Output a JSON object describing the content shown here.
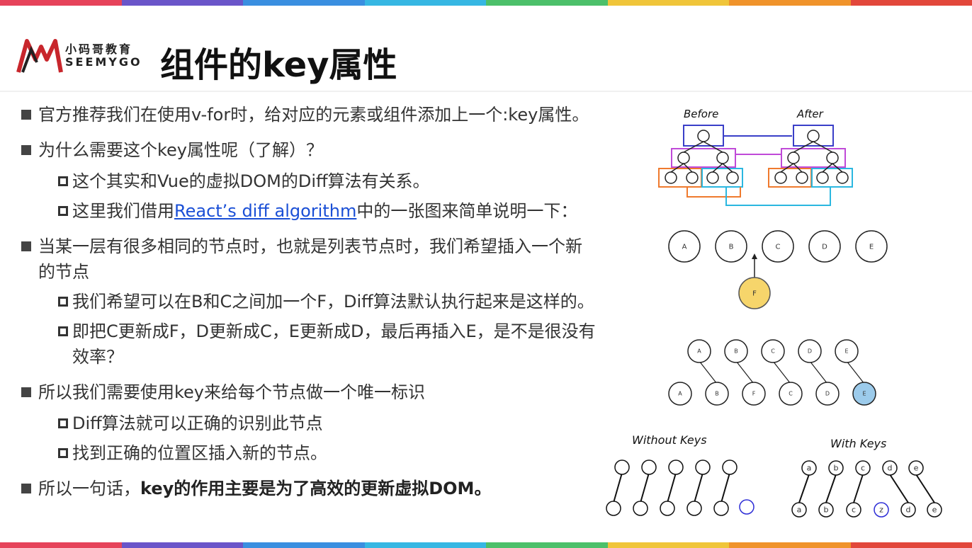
{
  "brand": {
    "name_cn": "小码哥教育",
    "name_en": "SEEMYGO"
  },
  "title": "组件的key属性",
  "colors": {
    "stripes": [
      "#e6435a",
      "#6a55c9",
      "#3a8fe0",
      "#36b7e3",
      "#4cc06a",
      "#f0c53a",
      "#f0932b",
      "#e2473b"
    ],
    "link": "#1a4fd6",
    "node_yellow": "#f6d56b",
    "node_blue": "#9ccbeb",
    "box_blue": "#3a3fc8",
    "box_purple": "#c04ad8",
    "box_orange": "#ef7a2e",
    "box_cyan": "#2bb7e0"
  },
  "bullets": [
    {
      "text": "官方推荐我们在使用v-for时，给对应的元素或组件添加上一个:key属性。"
    },
    {
      "text": "为什么需要这个key属性呢（了解）？"
    },
    {
      "text": "这个其实和Vue的虚拟DOM的Diff算法有关系。"
    },
    {
      "before": "这里我们借用",
      "link": "React’s diff algorithm",
      "after": "中的一张图来简单说明一下："
    },
    {
      "line1": "当某一层有很多相同的节点时，也就是列表节点时，我们希望插入一个新",
      "line2": "的节点"
    },
    {
      "text": "我们希望可以在B和C之间加一个F，Diff算法默认执行起来是这样的。"
    },
    {
      "line1": "即把C更新成F，D更新成C，E更新成D，最后再插入E，是不是很没有",
      "line2": "效率？"
    },
    {
      "text": "所以我们需要使用key来给每个节点做一个唯一标识"
    },
    {
      "text": "Diff算法就可以正确的识别此节点"
    },
    {
      "text": "找到正确的位置区插入新的节点。"
    },
    {
      "before": "所以一句话，",
      "bold": "key的作用主要是为了高效的更新虚拟DOM。"
    }
  ],
  "diagrams": {
    "tree": {
      "before_label": "Before",
      "after_label": "After"
    },
    "insert": {
      "nodes": [
        "A",
        "B",
        "C",
        "D",
        "E"
      ],
      "new_node": "F"
    },
    "diff": {
      "top": [
        "A",
        "B",
        "C",
        "D",
        "E"
      ],
      "bottom": [
        "A",
        "B",
        "F",
        "C",
        "D",
        "E"
      ]
    },
    "keys": {
      "without_label": "Without Keys",
      "with_label": "With Keys",
      "with_top": [
        "a",
        "b",
        "c",
        "d",
        "e"
      ],
      "with_bottom": [
        "a",
        "b",
        "c",
        "z",
        "d",
        "e"
      ]
    }
  }
}
